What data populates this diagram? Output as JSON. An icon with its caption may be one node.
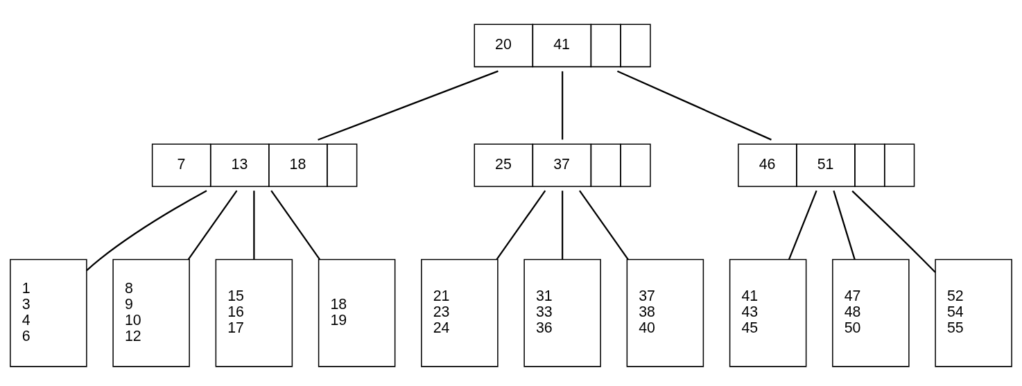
{
  "diagram": {
    "nodes": [
      {
        "text": [
          "20",
          "41"
        ]
      },
      {
        "text": [
          "7",
          "13",
          "18"
        ]
      },
      {
        "text": [
          "25",
          "37"
        ]
      },
      {
        "text": [
          "46",
          "51"
        ]
      },
      {
        "text": [
          "1",
          "3",
          "4",
          "6"
        ]
      },
      {
        "text": [
          "8",
          "9",
          "10",
          "12"
        ]
      },
      {
        "text": [
          "15",
          "16",
          "17"
        ]
      },
      {
        "text": [
          "18",
          "19"
        ]
      },
      {
        "text": [
          "21",
          "23",
          "24"
        ]
      },
      {
        "text": [
          "31",
          "33",
          "36"
        ]
      },
      {
        "text": [
          "37",
          "38",
          "40"
        ]
      },
      {
        "text": [
          "41",
          "43",
          "45"
        ]
      },
      {
        "text": [
          "47",
          "48",
          "50"
        ]
      },
      {
        "text": [
          "52",
          "54",
          "55"
        ]
      }
    ],
    "edges": [
      {
        "from": 0,
        "to": 1,
        "arrow": "none"
      },
      {
        "from": 0,
        "to": 2,
        "arrow": "none"
      },
      {
        "from": 0,
        "to": 3,
        "arrow": "none"
      },
      {
        "from": 1,
        "to": 4,
        "arrow": "none"
      },
      {
        "from": 1,
        "to": 5,
        "arrow": "none"
      },
      {
        "from": 1,
        "to": 6,
        "arrow": "none"
      },
      {
        "from": 1,
        "to": 7,
        "arrow": "none"
      },
      {
        "from": 2,
        "to": 8,
        "arrow": "none"
      },
      {
        "from": 2,
        "to": 9,
        "arrow": "none"
      },
      {
        "from": 2,
        "to": 10,
        "arrow": "none"
      },
      {
        "from": 3,
        "to": 11,
        "arrow": "none"
      },
      {
        "from": 3,
        "to": 12,
        "arrow": "none"
      },
      {
        "from": 3,
        "to": 13,
        "arrow": "none"
      }
    ]
  }
}
